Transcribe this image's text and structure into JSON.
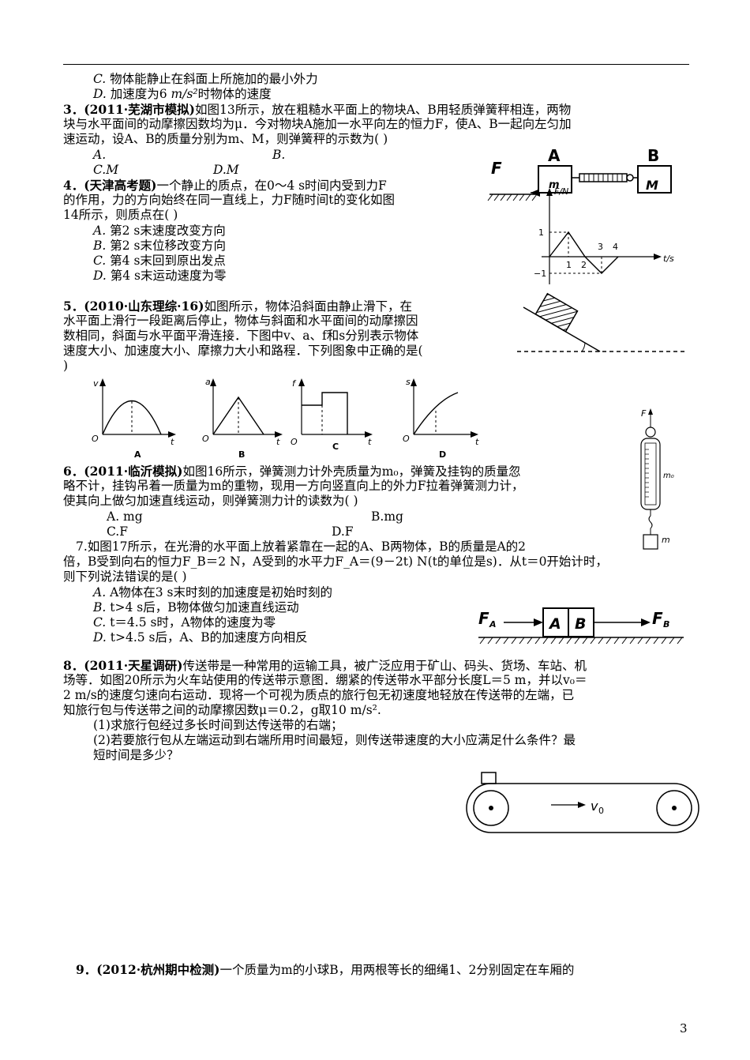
{
  "page_number": "3",
  "top": {
    "c_prefix": "C.",
    "c_text": "物体能静止在斜面上所施加的最小外力",
    "d_prefix": "D.",
    "d_text_a": "加速度为6 ",
    "d_unit": "m/s²",
    "d_text_b": "时物体的速度"
  },
  "q3": {
    "num": "3．(2011·芜湖市模拟)",
    "line1": "如图13所示，放在粗糙水平面上的物块A、B用轻质弹簧秤相连，两物",
    "line2": "块与水平面间的动摩擦因数均为μ．今对物块A施加一水平向左的恒力F，使A、B一起向左匀加",
    "line3": "速运动，设A、B的质量分别为m、M，则弹簧秤的示数为(      )",
    "optA": "A.",
    "optB": "B.",
    "optC": "C.M",
    "optD": "D.M",
    "fig": {
      "F": "F",
      "A": "A",
      "B": "B",
      "m": "m",
      "M": "M"
    }
  },
  "q4": {
    "num": "4．(天津高考题)",
    "line1": "一个静止的质点，在0～4  s时间内受到力F",
    "line2": "的作用，力的方向始终在同一直线上，力F随时间t的变化如图",
    "line3": "14所示，则质点在(      )",
    "options": [
      {
        "p": "A.",
        "t": "第2  s末速度改变方向"
      },
      {
        "p": "B.",
        "t": "第2  s末位移改变方向"
      },
      {
        "p": "C.",
        "t": "第4  s末回到原出发点"
      },
      {
        "p": "D.",
        "t": "第4  s末运动速度为零"
      }
    ],
    "graph": {
      "ylabel": "F/N",
      "xlabel": "t/s",
      "y_pos": "1",
      "y_neg": "−1",
      "x1": "1",
      "x2": "2",
      "x3": "3",
      "x4": "4"
    }
  },
  "q5": {
    "num": "5．(2010·山东理综·16)",
    "line1": "如图所示，物体沿斜面由静止滑下，在",
    "line2": "水平面上滑行一段距离后停止，物体与斜面和水平面间的动摩擦因",
    "line3": "数相同，斜面与水平面平滑连接．下图中v、a、f和s分别表示物体",
    "line4": "速度大小、加速度大小、摩擦力大小和路程．下列图象中正确的是(",
    "line5": ")",
    "graphs": [
      {
        "y": "v",
        "o": "O",
        "x": "t",
        "label": "A"
      },
      {
        "y": "a",
        "o": "O",
        "x": "t",
        "label": "B"
      },
      {
        "y": "f",
        "o": "O",
        "x": "t",
        "label": "C"
      },
      {
        "y": "s",
        "o": "O",
        "x": "t",
        "label": "D"
      }
    ]
  },
  "q6": {
    "num": "6．(2011·临沂模拟)",
    "line1": "如图16所示，弹簧测力计外壳质量为m₀，弹簧及挂钩的质量忽",
    "line2": "略不计，挂钩吊着一质量为m的重物，现用一方向竖直向上的外力F拉着弹簧测力计，",
    "line3": "使其向上做匀加速直线运动，则弹簧测力计的读数为(      )",
    "optA": "A.  mg",
    "optB": "B.mg",
    "optC": "C.F",
    "optD": "D.F",
    "fig": {
      "F": "F",
      "m0": "m₀",
      "m": "m"
    }
  },
  "q7": {
    "line1": "7.如图17所示，在光滑的水平面上放着紧靠在一起的A、B两物体，B的质量是A的2",
    "line2": "倍，B受到向右的恒力F_B＝2  N，A受到的水平力F_A＝(9－2t)  N(t的单位是s)．从t＝0开始计时，",
    "line3": "则下列说法错误的是(      )",
    "options": [
      {
        "p": "A.",
        "t": "A物体在3  s末时刻的加速度是初始时刻的"
      },
      {
        "p": "B.",
        "t": "t>4  s后，B物体做匀加速直线运动"
      },
      {
        "p": "C.",
        "t": "t＝4.5  s时，A物体的速度为零"
      },
      {
        "p": "D.",
        "t": "t>4.5  s后，A、B的加速度方向相反"
      }
    ],
    "fig": {
      "FA": "F",
      "FA_sub": "A",
      "A": "A",
      "B": "B",
      "FB": "F",
      "FB_sub": "B"
    }
  },
  "q8": {
    "num": "8．(2011·天星调研)",
    "line1": "传送带是一种常用的运输工具，被广泛应用于矿山、码头、货场、车站、机",
    "line2": "场等．如图20所示为火车站使用的传送带示意图．绷紧的传送带水平部分长度L＝5  m，并以v₀＝",
    "line3": "2  m/s的速度匀速向右运动．现将一个可视为质点的旅行包无初速度地轻放在传送带的左端，已",
    "line4": "知旅行包与传送带之间的动摩擦因数μ＝0.2，g取10  m/s².",
    "sub1": "(1)求旅行包经过多长时间到达传送带的右端；",
    "sub2": "(2)若要旅行包从左端运动到右端所用时间最短，则传送带速度的大小应满足什么条件？最",
    "sub2b": "短时间是多少？",
    "fig": {
      "v": "v",
      "v_sub": "0"
    }
  },
  "q9": {
    "num": "9．(2012·杭州期中检测)",
    "line1": "一个质量为m的小球B，用两根等长的细绳1、2分别固定在车厢的"
  }
}
